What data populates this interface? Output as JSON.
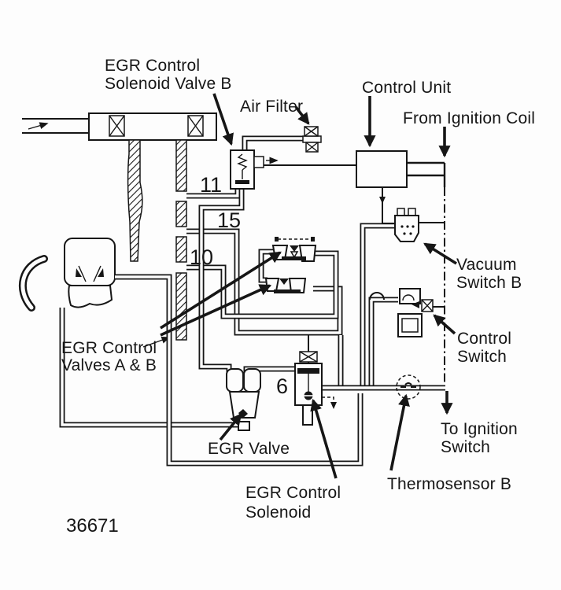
{
  "figure": {
    "number": "36671",
    "background": "#fdfdfd",
    "ink": "#161616",
    "description": "EGR system vacuum diagram"
  },
  "labels": {
    "egr_control_solenoid_valve_b": {
      "line1": "EGR Control",
      "line2": "Solenoid Valve B"
    },
    "air_filter": {
      "text": "Air Filter"
    },
    "control_unit": {
      "text": "Control Unit"
    },
    "from_ignition_coil": {
      "text": "From Ignition Coil"
    },
    "vacuum_switch_b": {
      "line1": "Vacuum",
      "line2": "Switch B"
    },
    "control_switch": {
      "line1": "Control",
      "line2": "Switch"
    },
    "egr_control_valves_a_b": {
      "line1": "EGR Control",
      "line2": "Valves A & B"
    },
    "egr_valve": {
      "text": "EGR Valve"
    },
    "egr_control_solenoid": {
      "line1": "EGR Control",
      "line2": "Solenoid"
    },
    "thermosensor_b": {
      "text": "Thermosensor B"
    },
    "to_ignition_switch": {
      "line1": "To Ignition",
      "line2": "Switch"
    }
  },
  "callouts": {
    "port_11": "11",
    "port_15": "15",
    "port_10": "10",
    "port_6": "6"
  }
}
